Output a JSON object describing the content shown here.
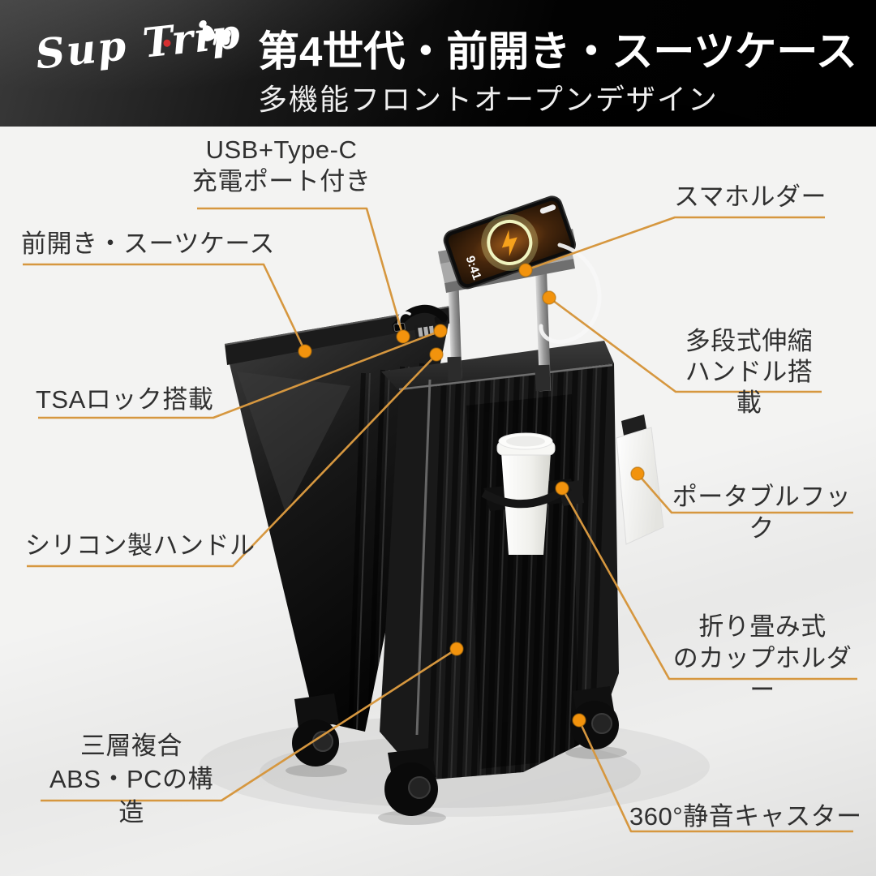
{
  "brand": {
    "logo_text": "Sup Trip"
  },
  "header": {
    "title": "第4世代・前開き・スーツケース",
    "subtitle": "多機能フロントオープンデザイン"
  },
  "phone": {
    "clock": "9:41"
  },
  "callouts": [
    {
      "id": "usb-port",
      "lines": [
        "USB+Type-C",
        "充電ポート付き"
      ]
    },
    {
      "id": "phone-holder",
      "lines": [
        "スマホルダー"
      ]
    },
    {
      "id": "front-open",
      "lines": [
        "前開き・スーツケース"
      ]
    },
    {
      "id": "telescopic-handle",
      "lines": [
        "多段式伸縮",
        "ハンドル搭載"
      ]
    },
    {
      "id": "tsa-lock",
      "lines": [
        "TSAロック搭載"
      ]
    },
    {
      "id": "portable-hook",
      "lines": [
        "ポータブルフック"
      ]
    },
    {
      "id": "silicone-handle",
      "lines": [
        "シリコン製ハンドル"
      ]
    },
    {
      "id": "cup-holder",
      "lines": [
        "折り畳み式",
        "のカップホルダー"
      ]
    },
    {
      "id": "shell-material",
      "lines": [
        "三層複合",
        "ABS・PCの構造"
      ]
    },
    {
      "id": "casters",
      "lines": [
        "360°静音キャスター"
      ]
    }
  ],
  "colors": {
    "accent_line": "#d6973f",
    "accent_dot": "#f2930d",
    "header_bg": "#000000",
    "label_text": "#303030",
    "brand_red": "#d63031"
  }
}
